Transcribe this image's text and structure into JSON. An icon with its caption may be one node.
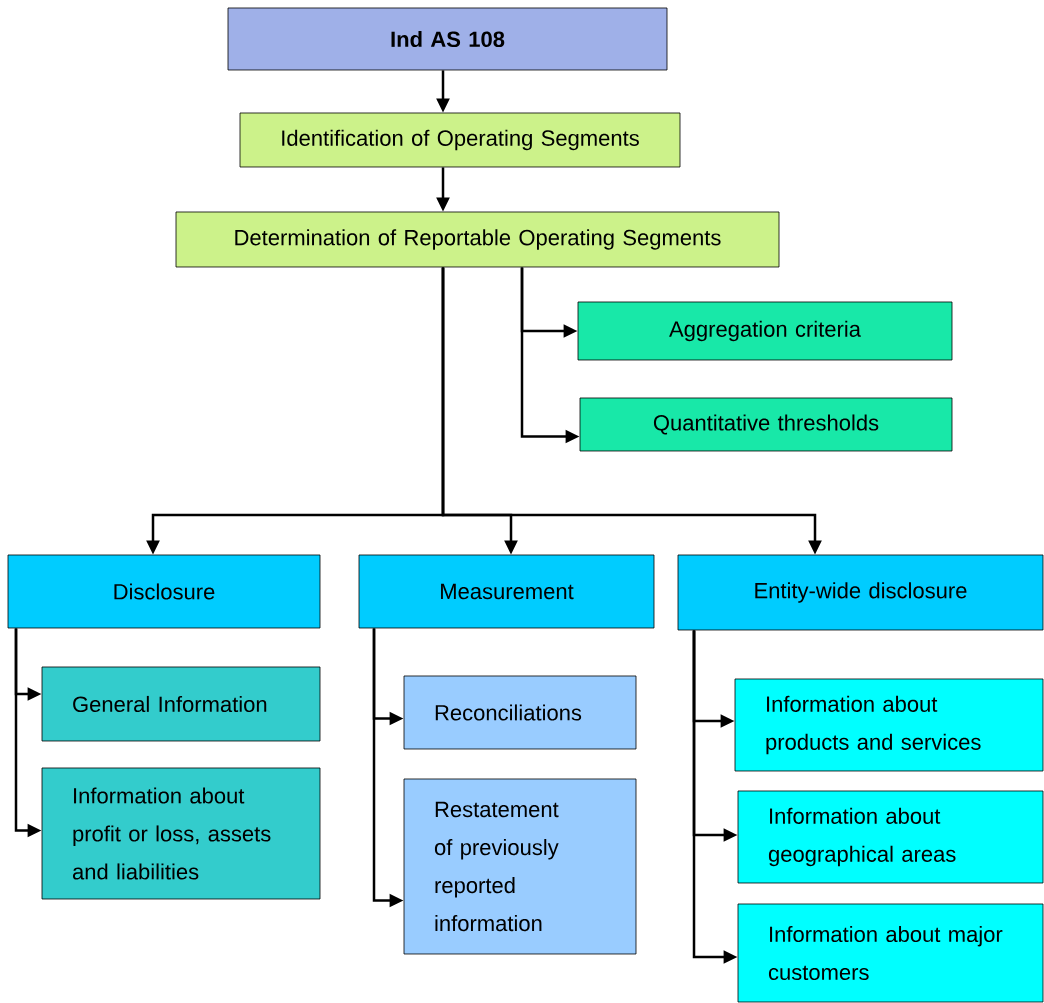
{
  "diagram": {
    "nodes": [
      {
        "text": [
          "Ind AS 108"
        ]
      },
      {
        "text": [
          "Identification of Operating Segments"
        ]
      },
      {
        "text": [
          "Determination of Reportable Operating Segments"
        ]
      },
      {
        "text": [
          "Aggregation criteria"
        ]
      },
      {
        "text": [
          "Quantitative thresholds"
        ]
      },
      {
        "text": [
          "Disclosure"
        ]
      },
      {
        "text": [
          "Measurement"
        ]
      },
      {
        "text": [
          "Entity-wide disclosure"
        ]
      },
      {
        "text": [
          "General Information"
        ]
      },
      {
        "text": [
          "Information about profit or loss, assets and liabilities"
        ]
      },
      {
        "text": [
          "Reconciliations"
        ]
      },
      {
        "text": [
          "Restatement of previously reported information"
        ]
      },
      {
        "text": [
          "Information about products and services"
        ]
      },
      {
        "text": [
          "Information about geographical areas"
        ]
      },
      {
        "text": [
          "Information about major customers"
        ]
      }
    ],
    "edges": [
      {
        "from": 0,
        "to": 1,
        "arrow": "to"
      },
      {
        "from": 1,
        "to": 2,
        "arrow": "to"
      },
      {
        "from": 2,
        "to": 3,
        "arrow": "to"
      },
      {
        "from": 2,
        "to": 4,
        "arrow": "to"
      },
      {
        "from": 2,
        "to": 5,
        "arrow": "to"
      },
      {
        "from": 2,
        "to": 6,
        "arrow": "to"
      },
      {
        "from": 2,
        "to": 7,
        "arrow": "to"
      },
      {
        "from": 5,
        "to": 8,
        "arrow": "to"
      },
      {
        "from": 5,
        "to": 9,
        "arrow": "to"
      },
      {
        "from": 6,
        "to": 10,
        "arrow": "to"
      },
      {
        "from": 6,
        "to": 11,
        "arrow": "to"
      },
      {
        "from": 7,
        "to": 12,
        "arrow": "to"
      },
      {
        "from": 7,
        "to": 13,
        "arrow": "to"
      },
      {
        "from": 7,
        "to": 14,
        "arrow": "to"
      }
    ]
  }
}
